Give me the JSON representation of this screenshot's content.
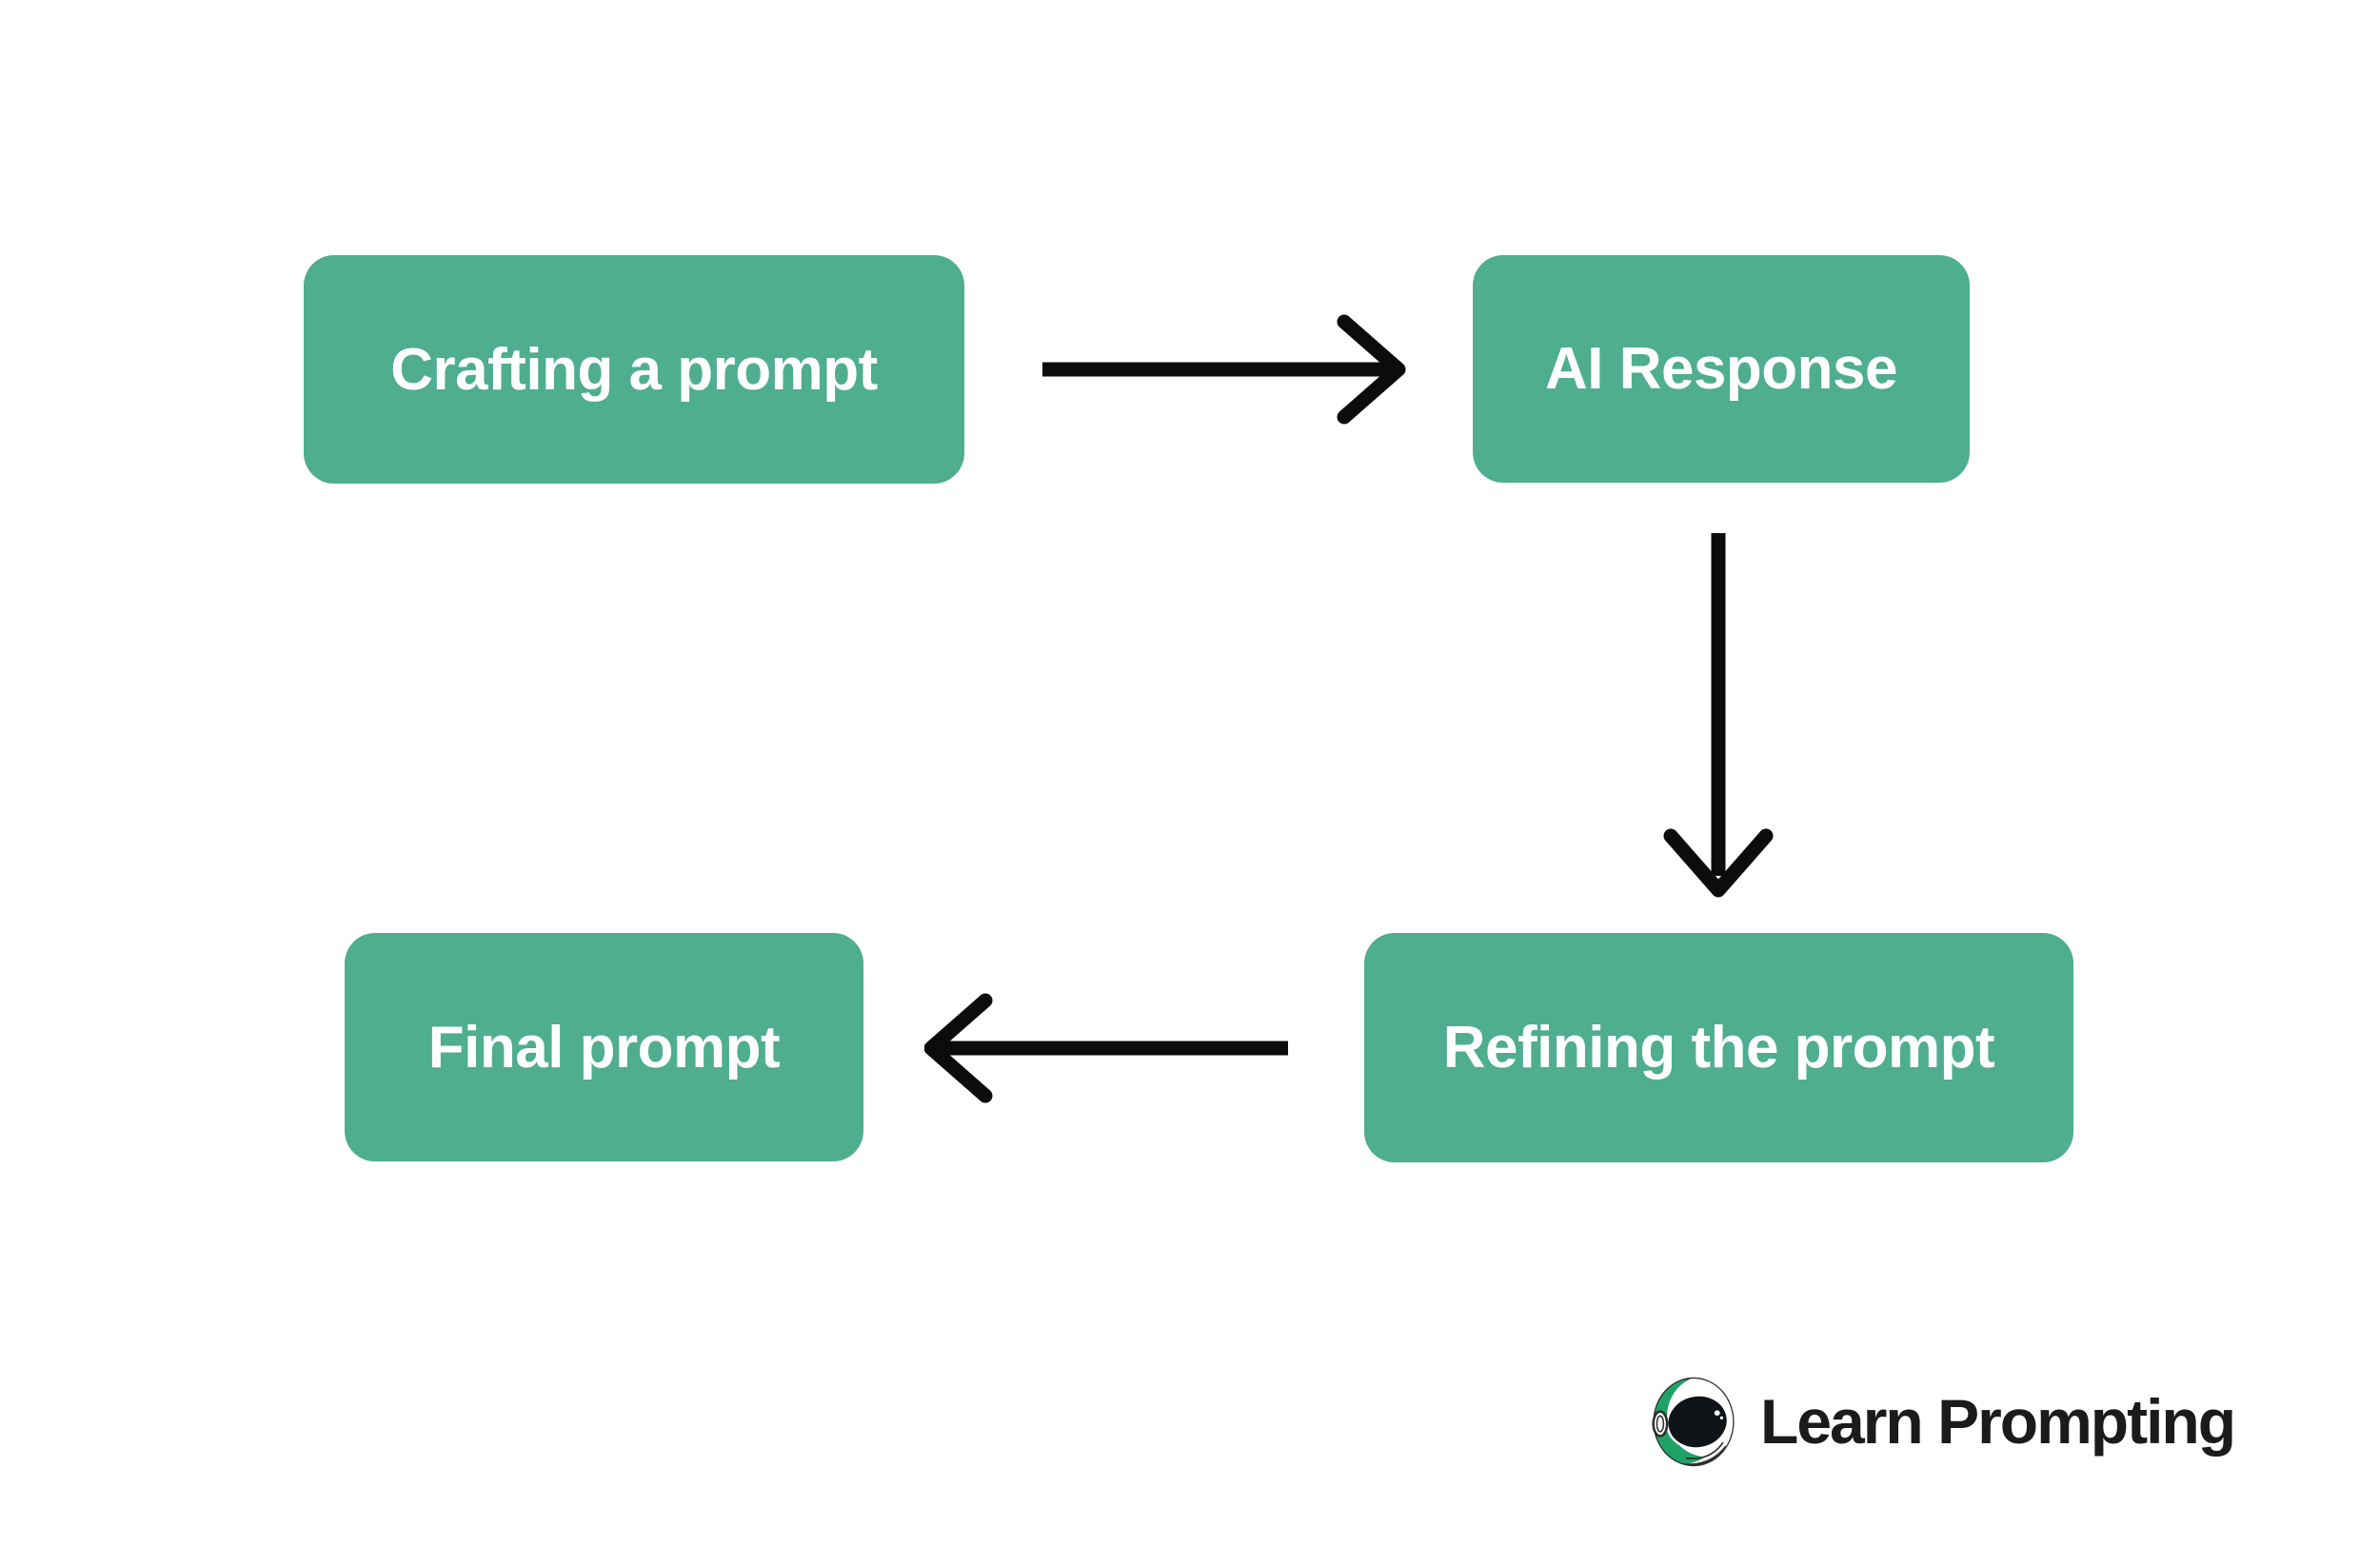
{
  "diagram": {
    "type": "flowchart",
    "nodes": [
      {
        "id": "crafting-a-prompt",
        "label": "Crafting a prompt"
      },
      {
        "id": "ai-response",
        "label": "AI Response"
      },
      {
        "id": "refining-the-prompt",
        "label": "Refining the prompt"
      },
      {
        "id": "final-prompt",
        "label": "Final prompt"
      }
    ],
    "edges": [
      {
        "from": "crafting-a-prompt",
        "to": "ai-response",
        "direction": "right"
      },
      {
        "from": "ai-response",
        "to": "refining-the-prompt",
        "direction": "down"
      },
      {
        "from": "refining-the-prompt",
        "to": "final-prompt",
        "direction": "left"
      }
    ]
  },
  "branding": {
    "name": "Learn Prompting",
    "icon": "astronaut-helmet-icon"
  },
  "colors": {
    "background": "#FFFFFF",
    "node_fill": "#4FAD90",
    "node_text": "#FFFFFF",
    "arrow": "#0C0C0C",
    "brand_text": "#1B1B1B",
    "brand_green": "#1FA267",
    "visor_black": "#101418"
  }
}
